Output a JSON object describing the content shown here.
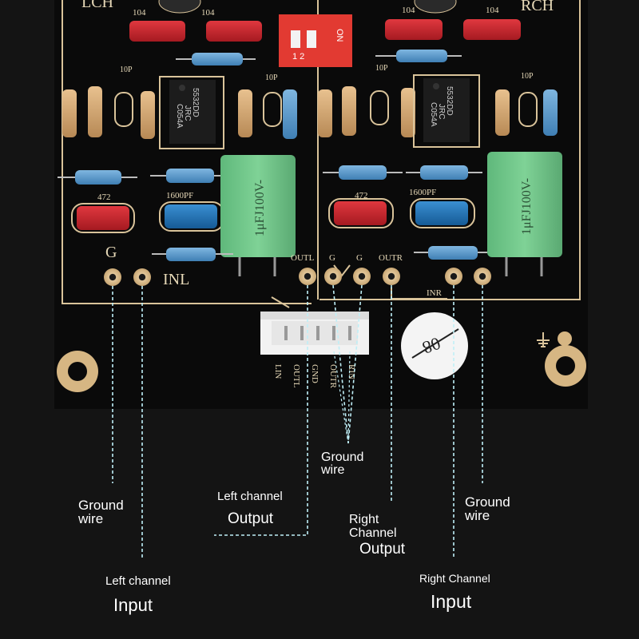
{
  "board": {
    "left_channel_label": "LCH",
    "right_channel_label": "RCH",
    "cap_104_left": "104",
    "cap_104_right": "104",
    "cap_104_left2": "104",
    "cap_104_right2": "104",
    "dip_on_label": "ON",
    "dip_numbers": "1  2",
    "cap_10p_1": "10P",
    "cap_10p_2": "10P",
    "cap_10p_3": "10P",
    "cap_10p_4": "10P",
    "chip_left": [
      "5532DD",
      "JRC",
      "C054A"
    ],
    "chip_right": [
      "5532DD",
      "JRC",
      "C054A"
    ],
    "cap_472_left": "472",
    "cap_472_right": "472",
    "cap_1600pf_left": "1600PF",
    "cap_1600pf_right": "1600PF",
    "film_cap_left": "1μFJ100V-",
    "film_cap_right": "1μFJ100V-",
    "pad_g_left": "G",
    "pad_inl": "INL",
    "pad_outl": "OUTL",
    "pad_g1": "G",
    "pad_g2": "G",
    "pad_outr": "OUTR",
    "pad_inr": "INR",
    "connector_pins": [
      "LIN",
      "OUTL",
      "GND",
      "OUTR",
      "RIN"
    ],
    "round_sticker": "08"
  },
  "annotations": {
    "ground_wire_left": [
      "Ground",
      "wire"
    ],
    "left_channel_input": [
      "Left channel",
      "Input"
    ],
    "left_channel_output": [
      "Left channel",
      "Output"
    ],
    "ground_wire_center": [
      "Ground",
      "wire"
    ],
    "right_channel_output": [
      "Right",
      "Channel",
      "Output"
    ],
    "ground_wire_right": [
      "Ground",
      "wire"
    ],
    "right_channel_input": [
      "Right Channel",
      "Input"
    ]
  },
  "colors": {
    "pcb_black": "#0b0b0b",
    "silkscreen_gold": "#d9c39a",
    "annotation_line": "#bfeff7",
    "text_white": "#ffffff",
    "film_cap_green": "#6fc48a",
    "red_cap": "#c8232b",
    "blue_cap": "#1f73b8"
  }
}
